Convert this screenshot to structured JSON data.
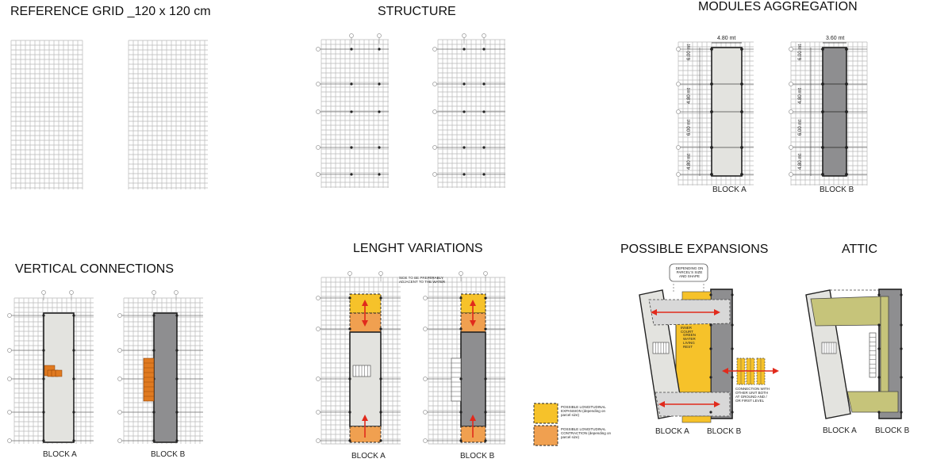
{
  "titles": {
    "reference_grid": "REFERENCE GRID _120 x 120 cm",
    "structure": "STRUCTURE",
    "modules_aggregation": "MODULES AGGREGATION",
    "vertical_connections": "VERTICAL CONNECTIONS",
    "length_variations": "LENGHT VARIATIONS",
    "possible_expansions": "POSSIBLE EXPANSIONS",
    "attic": "ATTIC"
  },
  "blocks": {
    "a": "BLOCK A",
    "b": "BLOCK B"
  },
  "modules": {
    "block_a_width": "4.80 mt",
    "block_b_width": "3.60 mt",
    "dims": [
      "6.00 mt",
      "4.80 mt",
      "6.00 mt",
      "4.80 mt"
    ]
  },
  "length_variations": {
    "water_note": "SIDE TO BE PREFERABLY ADJACENT TO THE WATER",
    "legend_expansion": "POSSIBLE LONGITUDINAL EXPANSION (depending on parcel size)",
    "legend_contraction": "POSSIBLE LONGITUDINAL CONTRACTION (depending on parcel size)"
  },
  "expansions": {
    "depending_note": "DEPENDING ON PARCEL'S SIZE AND SHAPE",
    "inner_court": "INNER COURT",
    "green_notes": "GREEN WATER LIVING REST",
    "connection_note": "CONNECTION WITH OTHER UNIT BOTH AT GROUND AND / OR FIRST LEVEL"
  },
  "colors": {
    "grid_line": "#b8b8b8",
    "block_a_fill": "#e3e3df",
    "block_b_fill": "#8e8e90",
    "expansion_yellow": "#f6c22a",
    "contraction_orange": "#f0a050",
    "arrow_red": "#e12a1c",
    "stair_orange": "#e07a20",
    "attic_olive": "#c6c47a"
  }
}
